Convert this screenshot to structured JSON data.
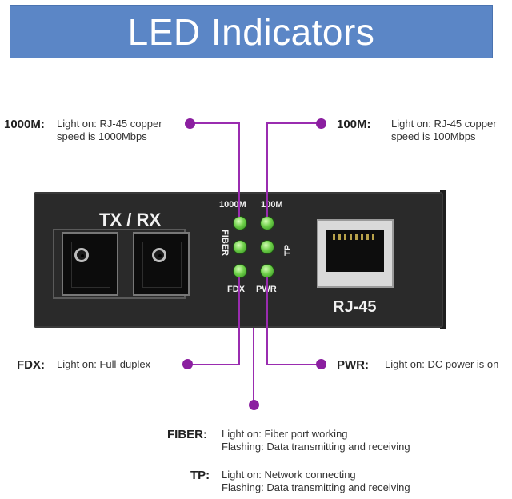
{
  "banner": {
    "title": "LED Indicators"
  },
  "device": {
    "tx_rx_label": "TX / RX",
    "rj45_label": "RJ-45",
    "led_labels": {
      "m1000": "1000M",
      "m100": "100M",
      "fiber": "FIBER",
      "tp": "TP",
      "fdx": "FDX",
      "pwr": "PWR"
    }
  },
  "indicators": {
    "m1000": {
      "name": "1000M:",
      "line1": "Light on: RJ-45 copper",
      "line2": "speed is 1000Mbps"
    },
    "m100": {
      "name": "100M:",
      "line1": "Light on: RJ-45 copper",
      "line2": "speed is 100Mbps"
    },
    "fdx": {
      "name": "FDX:",
      "line1": "Light on: Full-duplex"
    },
    "pwr": {
      "name": "PWR:",
      "line1": "Light on: DC power is on"
    },
    "fiber": {
      "name": "FIBER:",
      "line1": "Light on: Fiber port working",
      "line2": "Flashing: Data transmitting and receiving"
    },
    "tp": {
      "name": "TP:",
      "line1": "Light on: Network connecting",
      "line2": "Flashing: Data transmitting and receiving"
    }
  },
  "colors": {
    "banner": "#5b86c6",
    "connector": "#8b1fa0",
    "led": "#6fd04a",
    "device": "#2a2a2a"
  }
}
